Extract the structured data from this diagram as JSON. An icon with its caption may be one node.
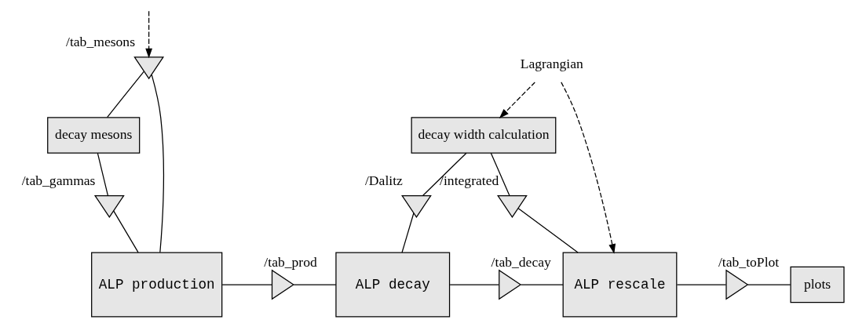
{
  "diagram": {
    "nodes": [
      {
        "text": [],
        "shape": "triangle",
        "beside": [
          "/tab_mesons"
        ]
      },
      {
        "text": [
          "decay mesons"
        ]
      },
      {
        "text": [],
        "shape": "triangle",
        "beside": [
          "/tab_gammas"
        ]
      },
      {
        "text": [
          "ALP production"
        ]
      },
      {
        "text": [],
        "shape": "triangle",
        "beside": [
          "/tab_prod"
        ]
      },
      {
        "text": [
          "decay width calculation"
        ]
      },
      {
        "text": [
          "Lagrangian"
        ]
      },
      {
        "text": [],
        "shape": "triangle",
        "beside": [
          "/Dalitz"
        ]
      },
      {
        "text": [],
        "shape": "triangle",
        "beside": [
          "/integrated"
        ]
      },
      {
        "text": [
          "ALP decay"
        ]
      },
      {
        "text": [],
        "shape": "triangle",
        "beside": [
          "/tab_decay"
        ]
      },
      {
        "text": [
          "ALP rescale"
        ]
      },
      {
        "text": [],
        "shape": "triangle",
        "beside": [
          "/tab_toPlot"
        ]
      },
      {
        "text": [
          "plots"
        ]
      }
    ],
    "edges": [
      {
        "from": null,
        "to": 0,
        "arrow": "to",
        "style": "dashed"
      },
      {
        "from": 0,
        "to": 3,
        "arrow": "none"
      },
      {
        "from": 0,
        "to": 1,
        "arrow": "none"
      },
      {
        "from": 1,
        "to": 2,
        "arrow": "none"
      },
      {
        "from": 2,
        "to": 3,
        "arrow": "none"
      },
      {
        "from": 3,
        "to": 4,
        "arrow": "none"
      },
      {
        "from": 4,
        "to": 9,
        "arrow": "none"
      },
      {
        "from": 6,
        "to": 5,
        "arrow": "to",
        "style": "dashed"
      },
      {
        "from": 6,
        "to": 11,
        "arrow": "to",
        "style": "dashed"
      },
      {
        "from": 5,
        "to": 7,
        "arrow": "none"
      },
      {
        "from": 7,
        "to": 9,
        "arrow": "none"
      },
      {
        "from": 5,
        "to": 8,
        "arrow": "none"
      },
      {
        "from": 8,
        "to": 11,
        "arrow": "none"
      },
      {
        "from": 9,
        "to": 10,
        "arrow": "none"
      },
      {
        "from": 10,
        "to": 11,
        "arrow": "none"
      },
      {
        "from": 11,
        "to": 12,
        "arrow": "none"
      },
      {
        "from": 12,
        "to": 13,
        "arrow": "none"
      }
    ]
  }
}
